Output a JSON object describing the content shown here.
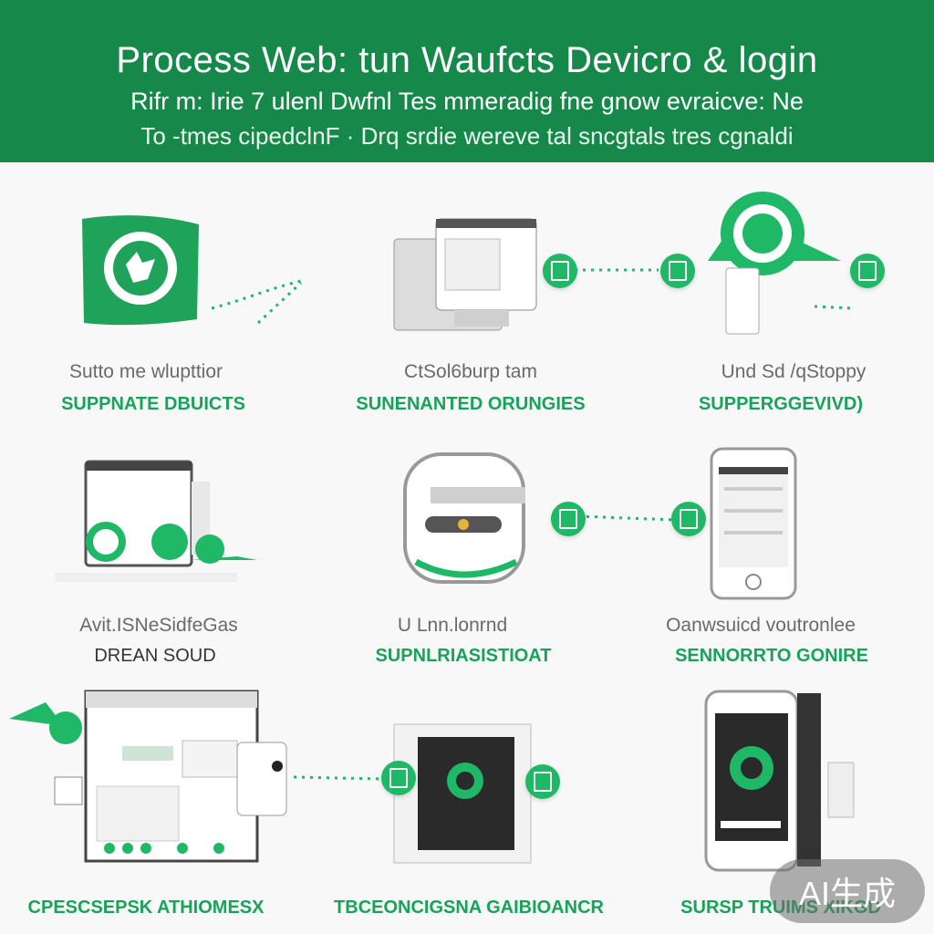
{
  "header": {
    "title": "Process Web: tun Waufcts Devicro & login",
    "subtitle_1": "Rifr m: Irie 7 ulenl Dwfnl Tes mmeradig fne gnow evraicve: Ne",
    "subtitle_2": "To -tmes cipedclnF · Drq srdie wereve tal sncgtals tres cgnaldi"
  },
  "steps": [
    {
      "caption": "Sutto me wlupttior",
      "label": "SUPPNATE DBUICTS"
    },
    {
      "caption": "CtSol6burp tam",
      "label": "SUNENANTED ORUNGIES"
    },
    {
      "caption": "Und Sd /qStoppy",
      "label": "SUPPERGGEVIVD)"
    },
    {
      "caption": "Avit.ISNeSidfeGas",
      "label": "DREAN SOUD"
    },
    {
      "caption": "U Lnn.lonrnd",
      "label": "SUPNLRIASISTIOAT"
    },
    {
      "caption": "Oanwsuicd voutronlee",
      "label": "SENNORRTO GONIRE"
    },
    {
      "caption": "",
      "label": "CPESCSEPSK ATHIOMESX"
    },
    {
      "caption": "",
      "label": "TBCEONCIGSNA GAIBIOANCR"
    },
    {
      "caption": "",
      "label": "SURSP TRUIMS XIKGD"
    }
  ],
  "icons": {
    "logo": "chat-logo-icon",
    "badge": "document-icon"
  },
  "colors": {
    "header_bg": "#16894a",
    "accent": "#1fb866",
    "label_green": "#17a35a"
  },
  "watermark": "AI生成"
}
